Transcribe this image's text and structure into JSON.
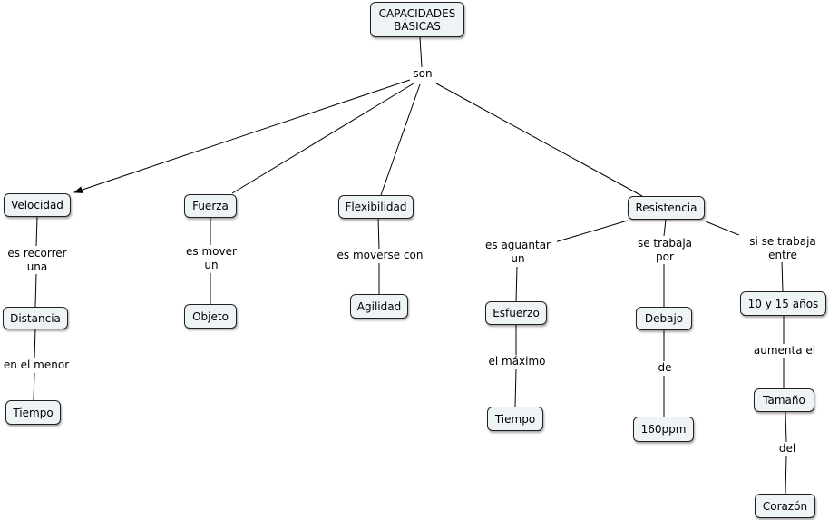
{
  "nodes": {
    "capacidades": "CAPACIDADES\nBÁSICAS",
    "velocidad": "Velocidad",
    "fuerza": "Fuerza",
    "flexibilidad": "Flexibilidad",
    "resistencia": "Resistencia",
    "distancia": "Distancia",
    "tiempo1": "Tiempo",
    "objeto": "Objeto",
    "agilidad": "Agilidad",
    "esfuerzo": "Esfuerzo",
    "tiempo2": "Tiempo",
    "debajo": "Debajo",
    "ppm": "160ppm",
    "edad": "10 y 15 años",
    "tamano": "Tamaño",
    "corazon": "Corazón"
  },
  "links": {
    "son": "son",
    "es_recorrer": "es recorrer\nuna",
    "en_el_menor": "en el menor",
    "es_mover": "es mover\nun",
    "es_moverse": "es moverse con",
    "es_aguantar": "es aguantar\nun",
    "el_maximo": "el máximo",
    "se_trabaja_por": "se trabaja\npor",
    "de": "de",
    "si_se_trabaja": "si se trabaja\nentre",
    "aumenta_el": "aumenta el",
    "del": "del"
  },
  "colors": {
    "node_fill": "#eef4f6",
    "node_border": "#202020",
    "line": "#000000"
  }
}
